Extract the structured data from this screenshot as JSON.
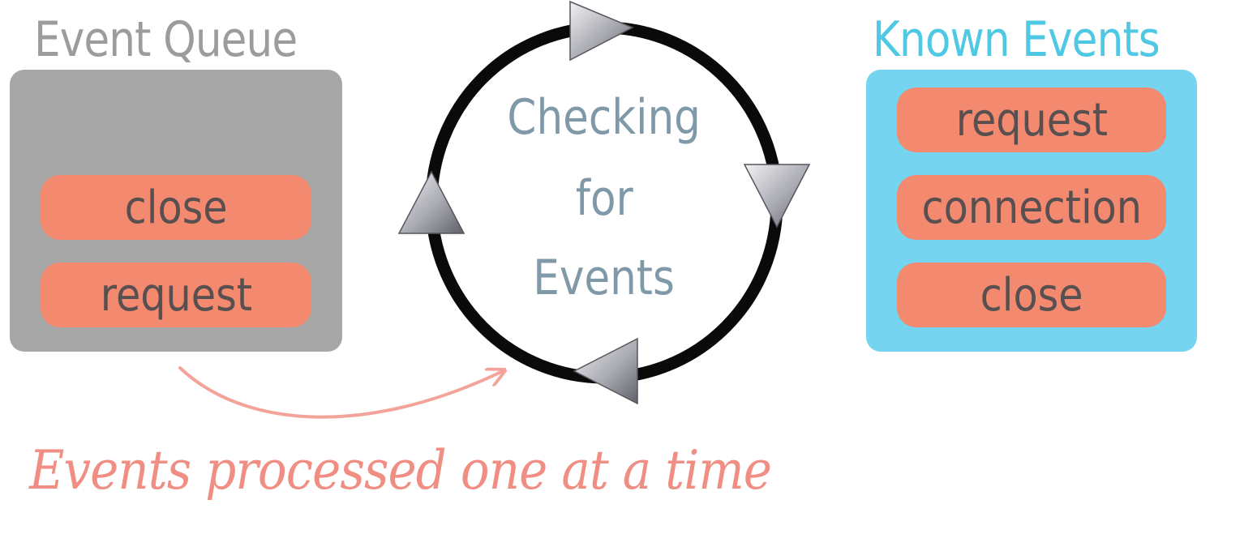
{
  "event_queue": {
    "title": "Event Queue",
    "items": [
      "close",
      "request"
    ]
  },
  "loop": {
    "lines": [
      "Checking",
      "for",
      "Events"
    ]
  },
  "known_events": {
    "title": "Known Events",
    "items": [
      "request",
      "connection",
      "close"
    ]
  },
  "caption": "Events processed one at a time",
  "colors": {
    "queue_panel": "#a7a7a7",
    "known_panel": "#75d4ef",
    "event_pill": "#f3896e",
    "known_title": "#4ec8e3",
    "queue_title": "#9c9c9c",
    "loop_text": "#8099a9",
    "caption": "#f08e84"
  }
}
